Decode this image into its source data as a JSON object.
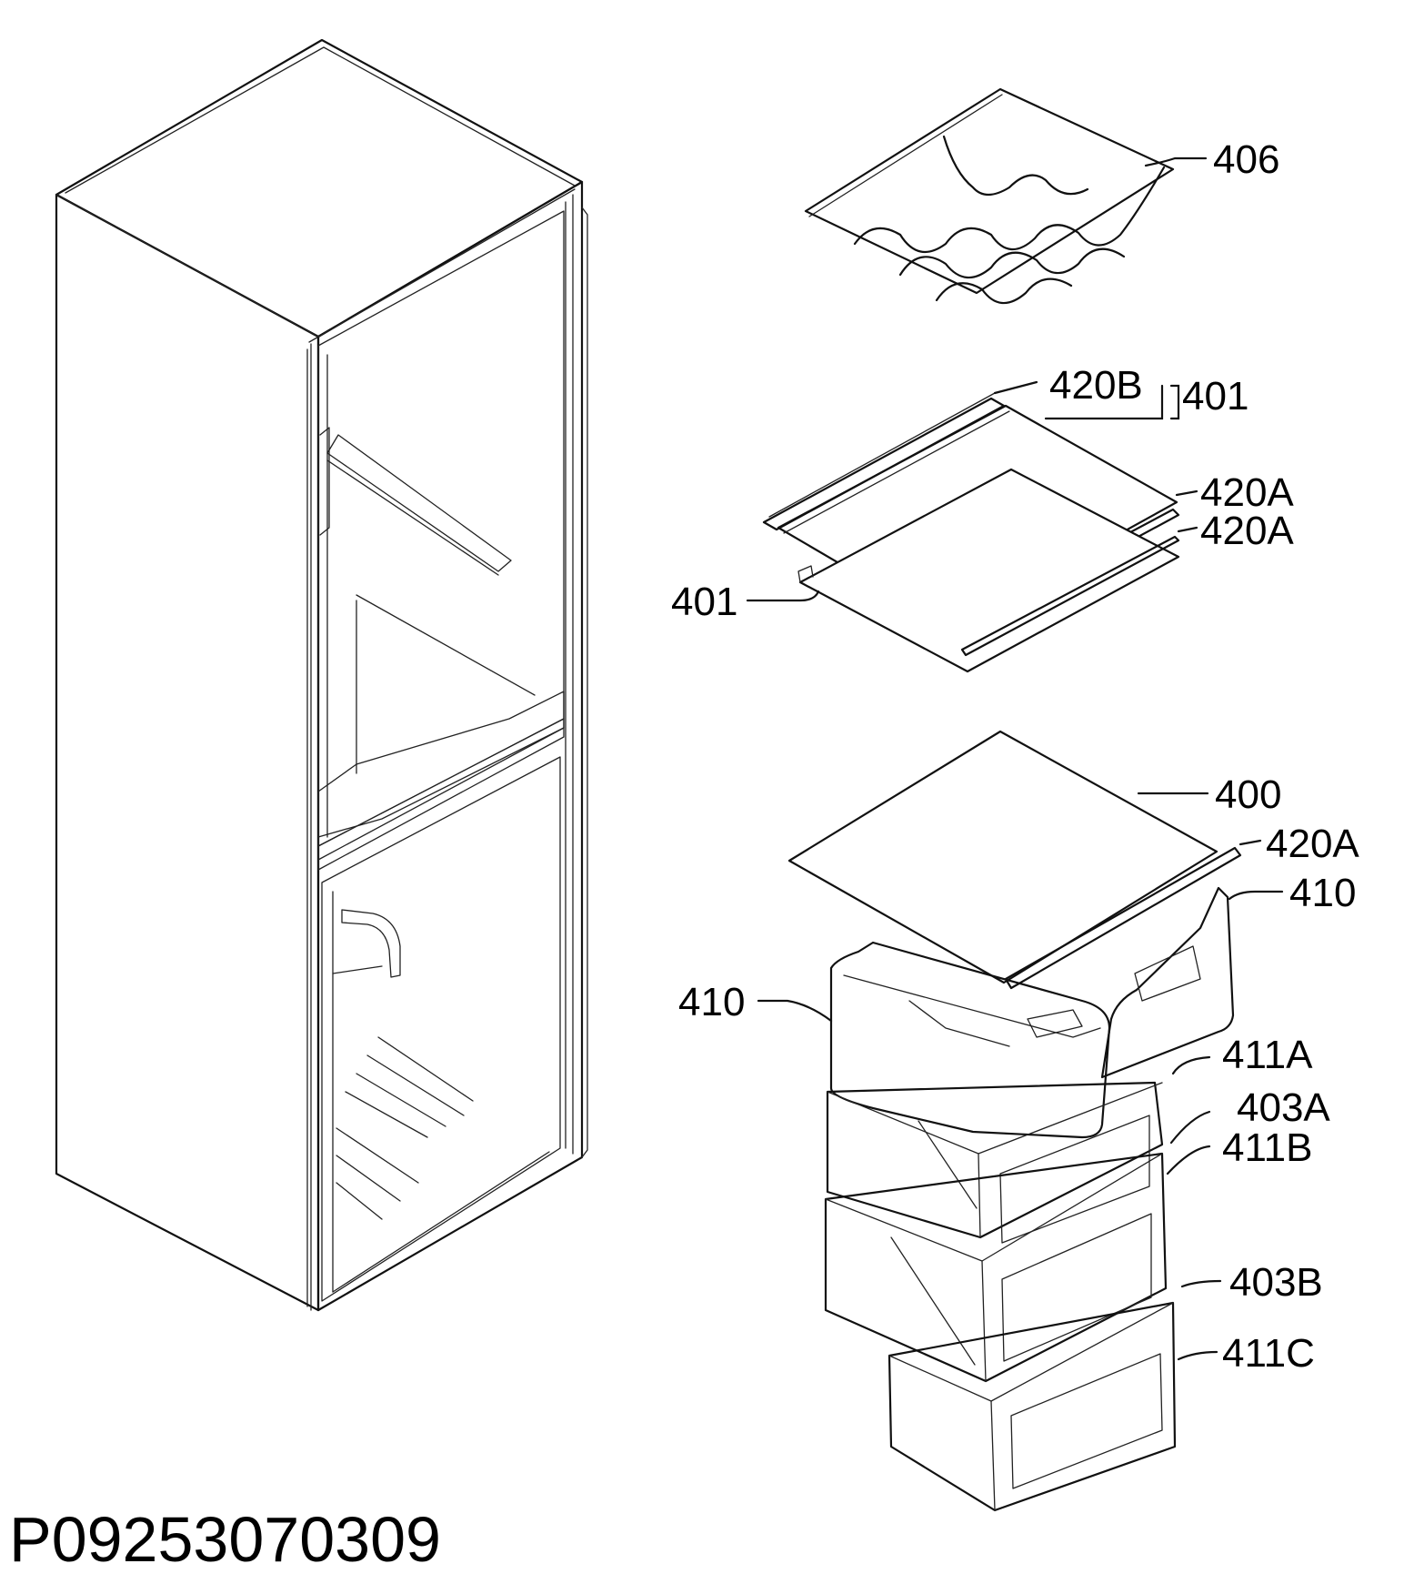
{
  "document_code": "P09253070309",
  "callouts": {
    "c406": "406",
    "c420B": "420B",
    "c401_top": "401",
    "c420A_1": "420A",
    "c420A_2": "420A",
    "c401_left": "401",
    "c400": "400",
    "c420A_3": "420A",
    "c410_right": "410",
    "c410_left": "410",
    "c411A": "411A",
    "c403A": "403A",
    "c411B": "411B",
    "c403B": "403B",
    "c411C": "411C"
  },
  "colors": {
    "line": "#111111",
    "background": "#ffffff"
  }
}
